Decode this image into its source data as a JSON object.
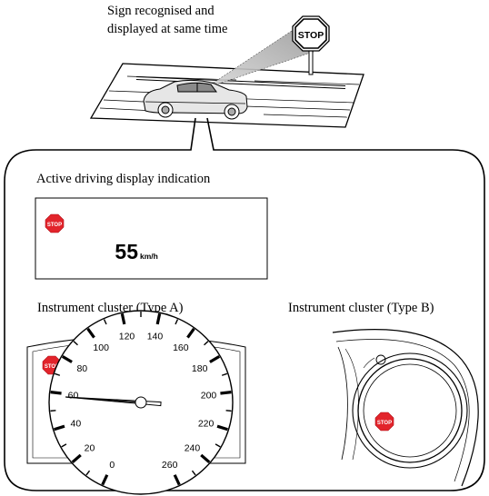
{
  "caption": {
    "line1": "Sign recognised and",
    "line2": "displayed at same time"
  },
  "sign_text": "STOP",
  "display_panel": {
    "title": "Active driving display indication",
    "speed_value": "55",
    "speed_unit": "km/h",
    "sign_text": "STOP"
  },
  "cluster_a": {
    "title": "Instrument cluster (Type A)",
    "sign_text": "STOP",
    "tick_labels": [
      "0",
      "20",
      "40",
      "60",
      "80",
      "100",
      "120",
      "140",
      "160",
      "180",
      "200",
      "220",
      "240",
      "260"
    ],
    "needle_value": 58
  },
  "cluster_b": {
    "title": "Instrument cluster (Type B)",
    "sign_text": "STOP"
  },
  "colors": {
    "stop_red": "#e2242b",
    "line": "#000000",
    "beam": "#c9c9c9"
  }
}
